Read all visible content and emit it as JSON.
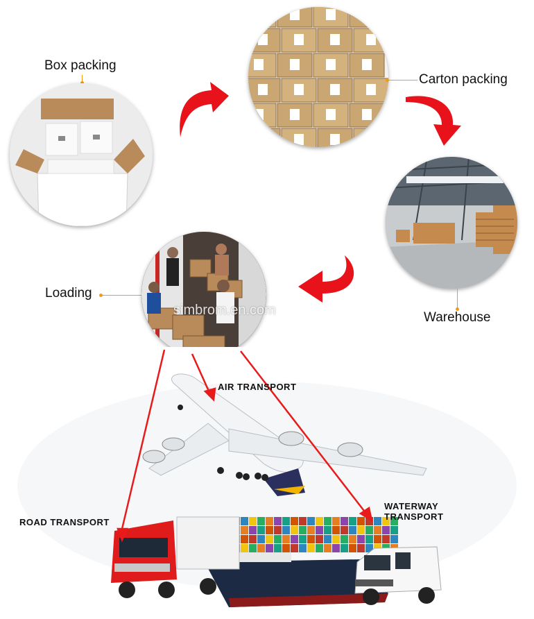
{
  "labels": {
    "box_packing": "Box packing",
    "carton_packing": "Carton packing",
    "warehouse": "Warehouse",
    "loading": "Loading",
    "air_transport": "AIR TRANSPORT",
    "road_transport": "ROAD TRANSPORT",
    "waterway_line1": "WATERWAY",
    "waterway_line2": "TRANSPORT",
    "watermark": "simbrom.en.com"
  },
  "colors": {
    "arrow_red": "#e8121b",
    "leader_orange": "#f39c12",
    "line_red": "#e81a1a"
  }
}
